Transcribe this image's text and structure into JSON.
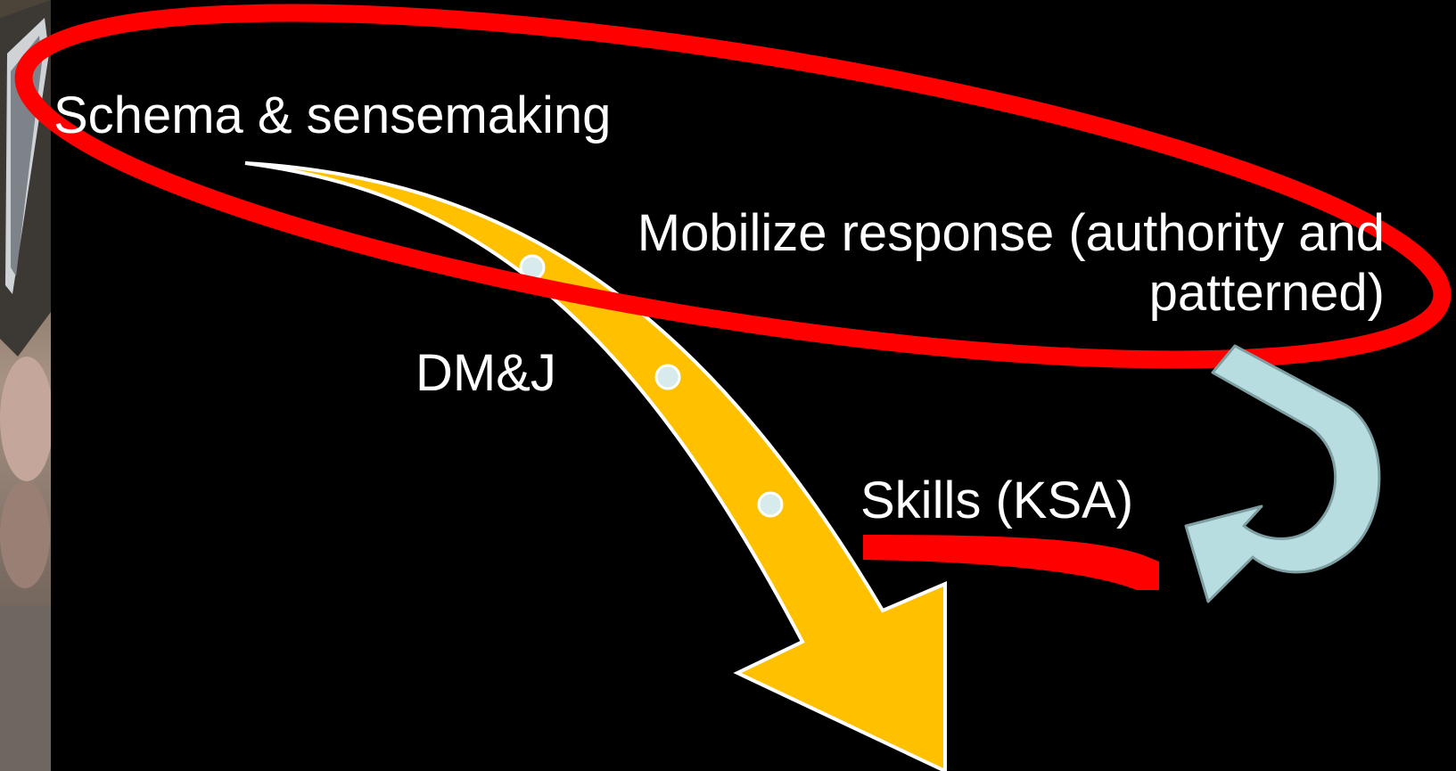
{
  "labels": {
    "schema": "Schema & sensemaking",
    "mobilize_line1": "Mobilize response (authority and",
    "mobilize_line2": "patterned)",
    "dmj": "DM&J",
    "skills": "Skills (KSA)"
  },
  "colors": {
    "background": "#000000",
    "text": "#ffffff",
    "highlight_red": "#ff0000",
    "main_arrow": "#ffc000",
    "return_arrow": "#b7dde0"
  }
}
